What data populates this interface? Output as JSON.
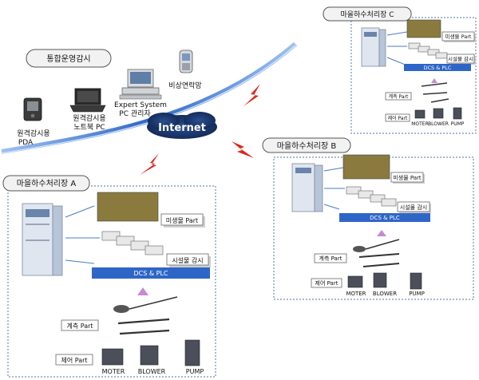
{
  "top": {
    "integrated_monitoring": "통합운영감시",
    "emergency_phone": "비상연락망",
    "expert_line1": "Expert System",
    "expert_line2": "PC 관리자",
    "laptop_line1": "원격감시용",
    "laptop_line2": "노트북 PC",
    "pda_line1": "원격감시용",
    "pda_line2": "PDA",
    "internet": "Internet"
  },
  "plant_a": {
    "title": "마을하수처리장 A",
    "microbe": "미생물 Part",
    "facility": "시설물 감시",
    "dcs": "DCS & PLC",
    "measure": "계측 Part",
    "control": "제어 Part",
    "moter": "MOTER",
    "blower": "BLOWER",
    "pump": "PUMP"
  },
  "plant_b": {
    "title": "마을하수처리장 B",
    "microbe": "미생물 Part",
    "facility": "시설물 감시",
    "dcs": "DCS & PLC",
    "measure": "계측 Part",
    "control": "제어 Part",
    "moter": "MOTER",
    "blower": "BLOWER",
    "pump": "PUMP"
  },
  "plant_c": {
    "title": "마을하수처리장 C",
    "microbe": "미생물 Part",
    "facility": "시설물 감시",
    "dcs": "DCS & PLC",
    "measure": "계측 Part",
    "control": "제어 Part",
    "moter": "MOTER",
    "blower": "BLOWER",
    "pump": "PUMP"
  },
  "colors": {
    "arc": "#2f68c8",
    "bar": "#2e66c7",
    "lightning": "#e0241b"
  }
}
